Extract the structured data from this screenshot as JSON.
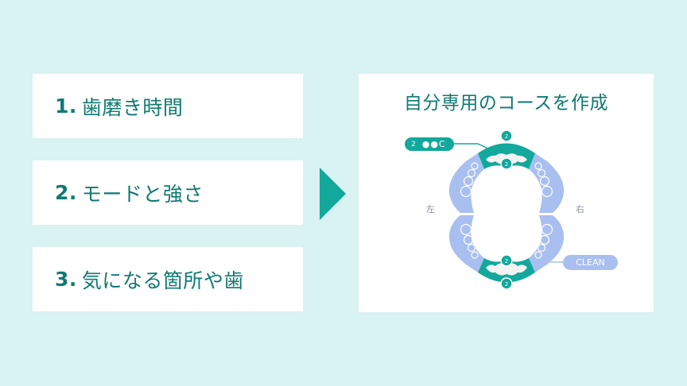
{
  "steps": [
    {
      "number": "1.",
      "label": "歯磨き時間"
    },
    {
      "number": "2.",
      "label": "モードと強さ"
    },
    {
      "number": "3.",
      "label": "気になる箇所や歯"
    }
  ],
  "panel": {
    "title": "自分専用のコースを作成",
    "left_label": "左",
    "right_label": "右",
    "upper_tag": {
      "level": "2",
      "mode": "●●C"
    },
    "lower_tag": {
      "label": "CLEAN"
    },
    "badges": {
      "upper_outer": "2",
      "upper_inner": "2",
      "lower_inner": "2",
      "lower_outer": "2"
    }
  },
  "colors": {
    "background": "#d9f2f2",
    "accent": "#12a89c",
    "text": "#0f7a72",
    "gum": "#a9bff0"
  }
}
